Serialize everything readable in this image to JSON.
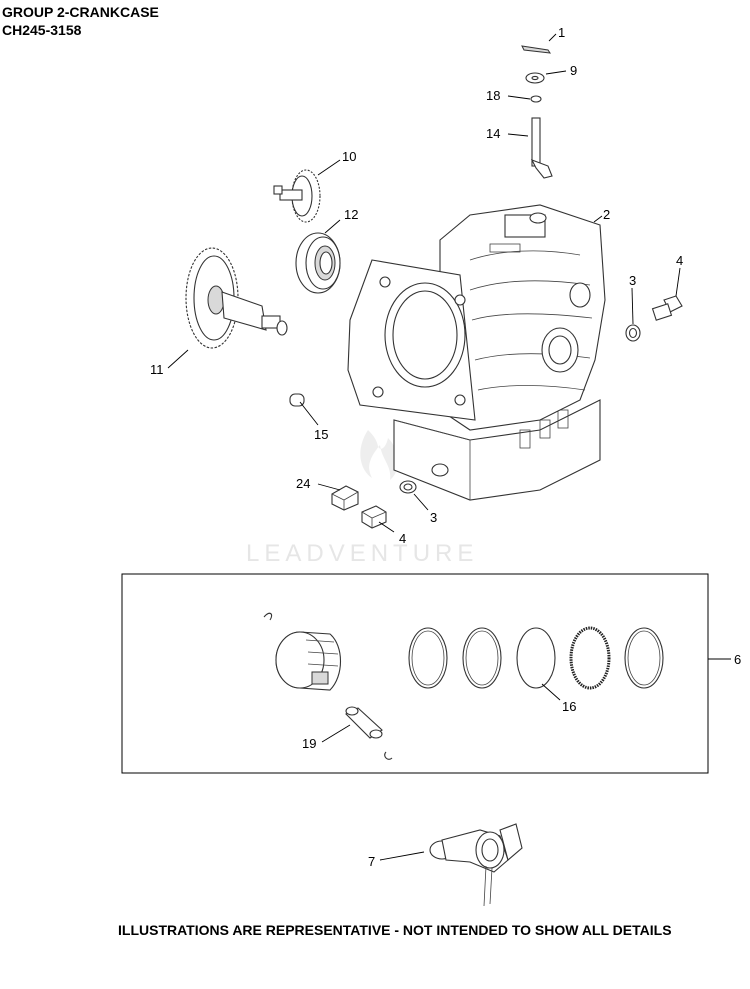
{
  "header": {
    "line1": "GROUP 2-CRANKCASE",
    "line2": "CH245-3158"
  },
  "footer": "ILLUSTRATIONS ARE REPRESENTATIVE - NOT INTENDED TO SHOW ALL DETAILS",
  "watermark": "LEADVENTURE",
  "callouts": {
    "c1": "1",
    "c9": "9",
    "c18": "18",
    "c14": "14",
    "c2": "2",
    "c10": "10",
    "c12": "12",
    "c4a": "4",
    "c3a": "3",
    "c11": "11",
    "c15": "15",
    "c24": "24",
    "c3b": "3",
    "c4b": "4",
    "c6": "6",
    "c16": "16",
    "c19": "19",
    "c7": "7"
  }
}
